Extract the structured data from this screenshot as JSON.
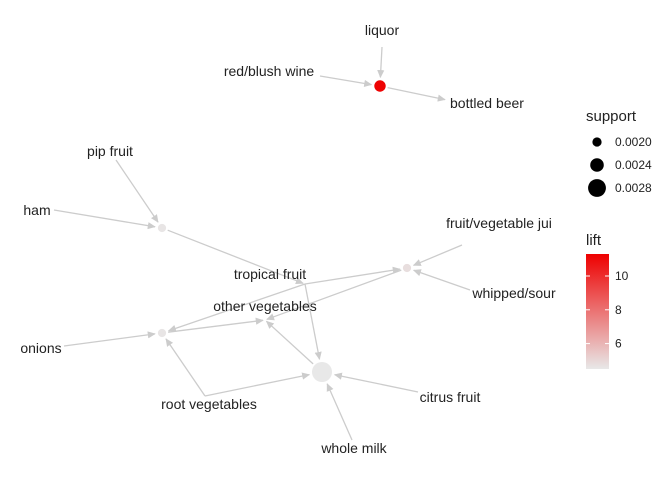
{
  "graph": {
    "items": [
      {
        "id": "liquor",
        "label": "liquor"
      },
      {
        "id": "red_blush_wine",
        "label": "red/blush wine"
      },
      {
        "id": "bottled_beer",
        "label": "bottled beer"
      },
      {
        "id": "pip_fruit",
        "label": "pip fruit"
      },
      {
        "id": "ham",
        "label": "ham"
      },
      {
        "id": "fruit_vegetable_juice",
        "label": "fruit/vegetable jui"
      },
      {
        "id": "tropical_fruit",
        "label": "tropical fruit"
      },
      {
        "id": "other_vegetables",
        "label": "other vegetables"
      },
      {
        "id": "whipped_sour",
        "label": "whipped/sour"
      },
      {
        "id": "onions",
        "label": "onions"
      },
      {
        "id": "root_vegetables",
        "label": "root vegetables"
      },
      {
        "id": "citrus_fruit",
        "label": "citrus fruit"
      },
      {
        "id": "whole_milk",
        "label": "whole milk"
      }
    ],
    "rules": [
      {
        "id": "r1",
        "support": 0.0022,
        "lift": 11.2,
        "lhs": [
          "liquor",
          "red_blush_wine"
        ],
        "rhs": [
          "bottled_beer"
        ]
      },
      {
        "id": "r2",
        "support": 0.0019,
        "lift": 4.6,
        "lhs": [
          "pip_fruit",
          "ham"
        ],
        "rhs": [
          "tropical_fruit"
        ]
      },
      {
        "id": "r3",
        "support": 0.0019,
        "lift": 4.8,
        "lhs": [
          "fruit_vegetable_juice",
          "whipped_sour",
          "tropical_fruit"
        ],
        "rhs": [
          "other_vegetables"
        ]
      },
      {
        "id": "r4",
        "support": 0.0019,
        "lift": 4.6,
        "lhs": [
          "onions",
          "root_vegetables",
          "tropical_fruit"
        ],
        "rhs": [
          "other_vegetables"
        ]
      },
      {
        "id": "r5",
        "support": 0.003,
        "lift": 4.4,
        "lhs": [
          "root_vegetables",
          "citrus_fruit",
          "whole_milk",
          "tropical_fruit"
        ],
        "rhs": [
          "other_vegetables"
        ]
      }
    ]
  },
  "legend": {
    "support": {
      "title": "support",
      "entries": [
        {
          "value": 0.002,
          "label": "0.0020"
        },
        {
          "value": 0.0024,
          "label": "0.0024"
        },
        {
          "value": 0.0028,
          "label": "0.0028"
        }
      ]
    },
    "lift": {
      "title": "lift",
      "min": 4.5,
      "max": 11.3,
      "low_color": "#e8e8e8",
      "high_color": "#ee0000",
      "ticks": [
        {
          "value": 6,
          "label": "6"
        },
        {
          "value": 8,
          "label": "8"
        },
        {
          "value": 10,
          "label": "10"
        }
      ]
    }
  },
  "colors": {
    "edge": "#cccccc",
    "text": "#222222"
  }
}
